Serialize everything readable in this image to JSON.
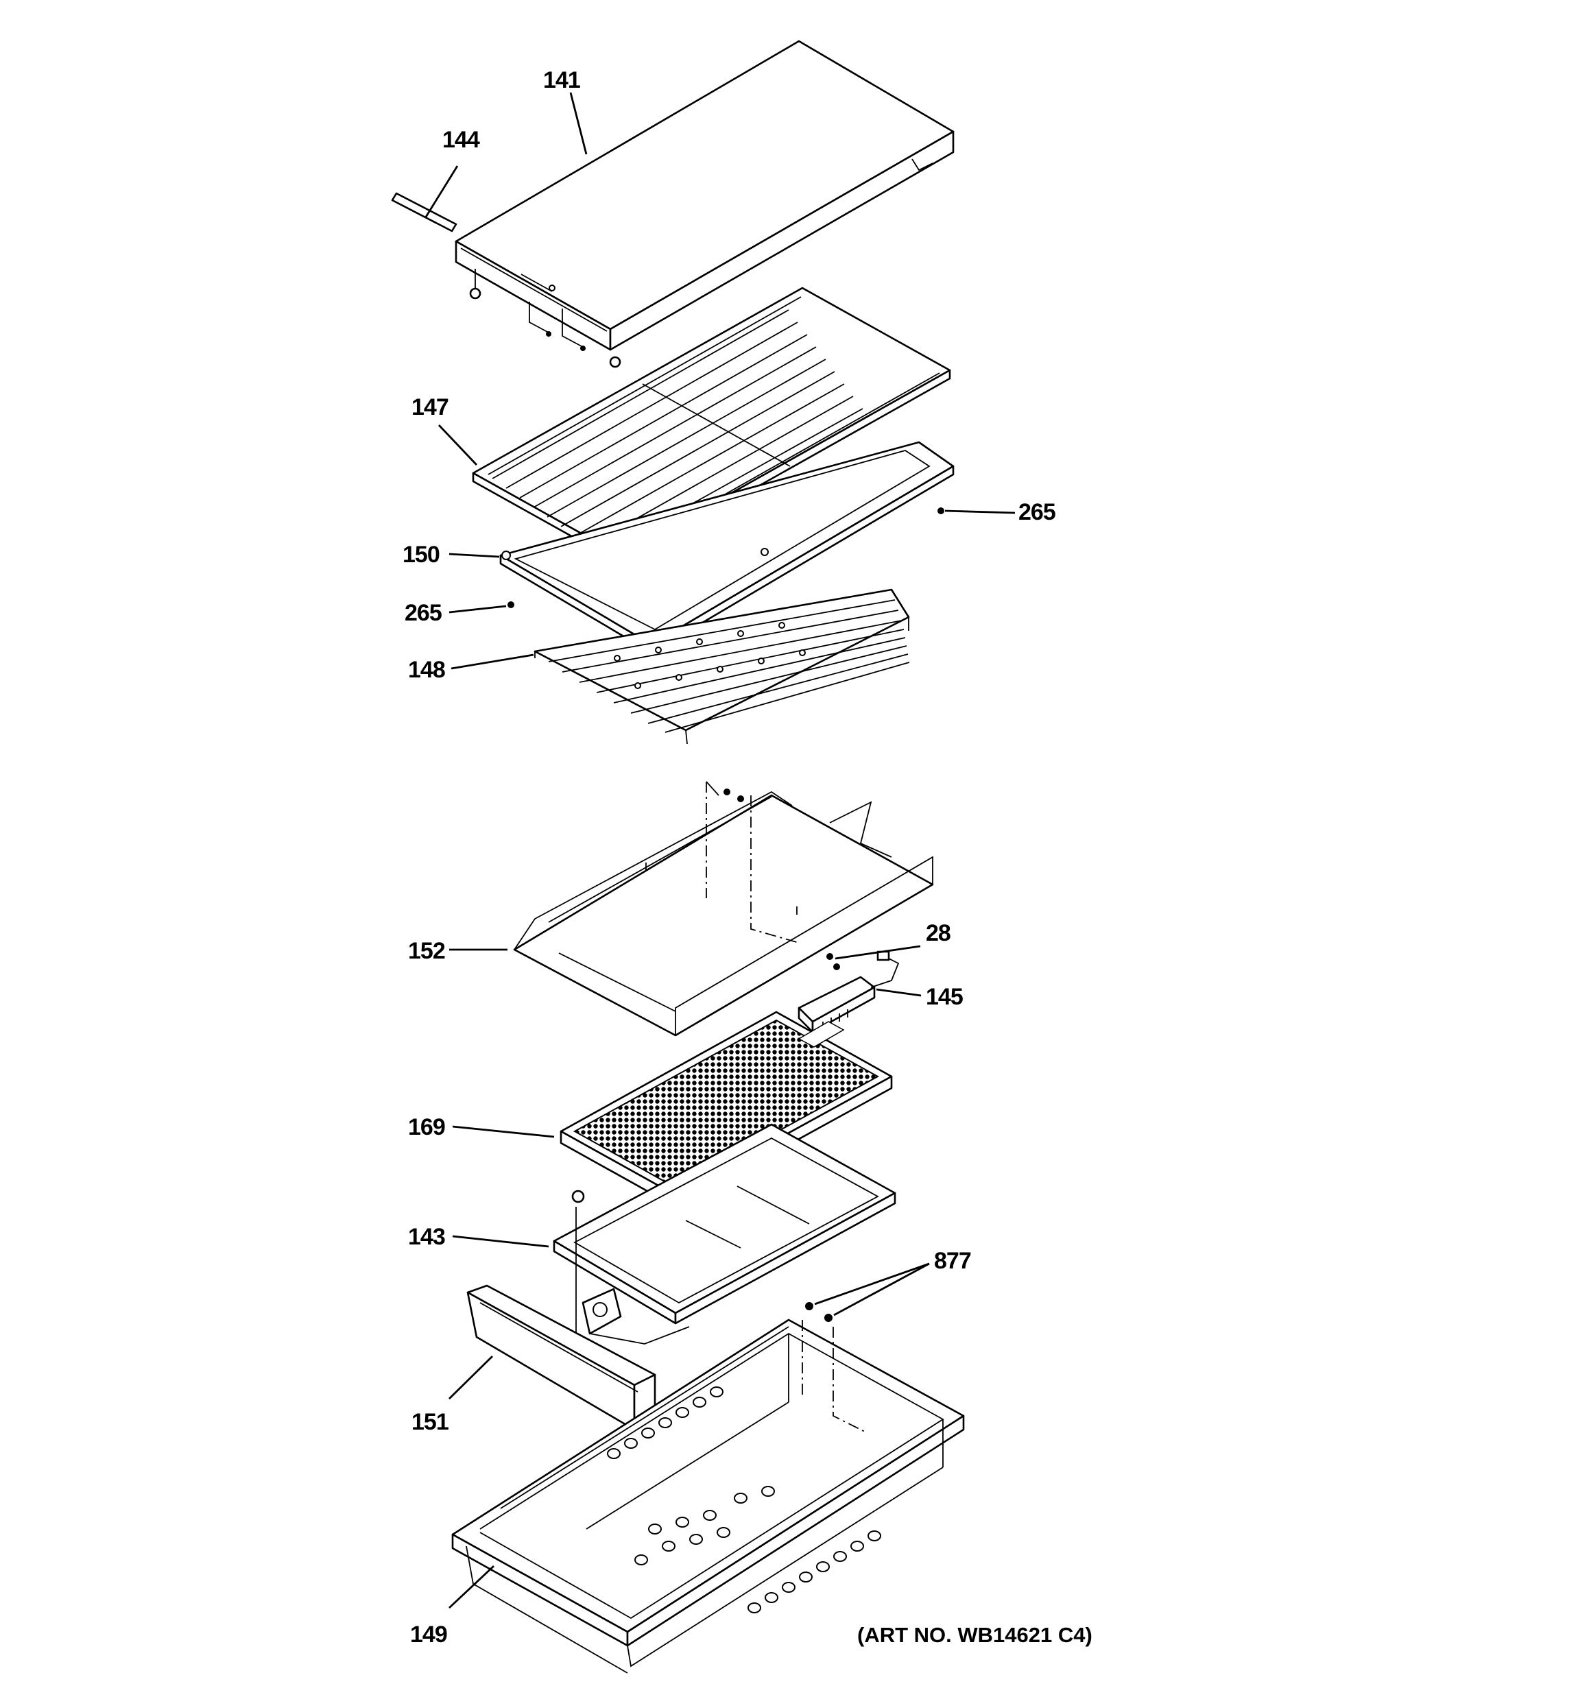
{
  "diagram": {
    "art_number": "(ART NO. WB14621 C4)",
    "callouts": [
      {
        "id": "c141",
        "label": "141"
      },
      {
        "id": "c144",
        "label": "144"
      },
      {
        "id": "c147",
        "label": "147"
      },
      {
        "id": "c265a",
        "label": "265"
      },
      {
        "id": "c150",
        "label": "150"
      },
      {
        "id": "c265b",
        "label": "265"
      },
      {
        "id": "c148",
        "label": "148"
      },
      {
        "id": "c152",
        "label": "152"
      },
      {
        "id": "c28",
        "label": "28"
      },
      {
        "id": "c145",
        "label": "145"
      },
      {
        "id": "c169",
        "label": "169"
      },
      {
        "id": "c143",
        "label": "143"
      },
      {
        "id": "c877",
        "label": "877"
      },
      {
        "id": "c151",
        "label": "151"
      },
      {
        "id": "c149",
        "label": "149"
      }
    ]
  }
}
